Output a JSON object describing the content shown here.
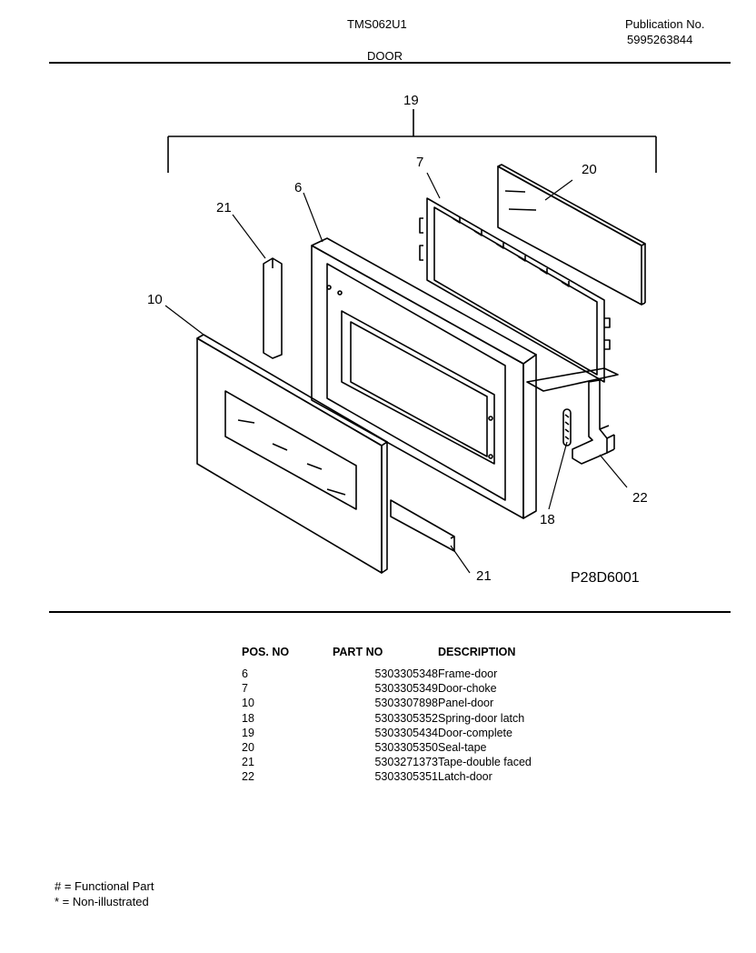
{
  "header": {
    "model": "TMS062U1",
    "section": "DOOR",
    "publication_label": "Publication No.",
    "publication_number": "5995263844"
  },
  "diagram": {
    "drawing_id": "P28D6001",
    "callouts": {
      "c19": "19",
      "c7": "7",
      "c20": "20",
      "c6": "6",
      "c21a": "21",
      "c10": "10",
      "c18": "18",
      "c22": "22",
      "c21b": "21"
    }
  },
  "parts_table": {
    "headers": {
      "pos": "POS. NO",
      "part": "PART NO",
      "desc": "DESCRIPTION"
    },
    "rows": [
      {
        "pos": "6",
        "part": "5303305348",
        "desc": "Frame-door"
      },
      {
        "pos": "7",
        "part": "5303305349",
        "desc": "Door-choke"
      },
      {
        "pos": "10",
        "part": "5303307898",
        "desc": "Panel-door"
      },
      {
        "pos": "18",
        "part": "5303305352",
        "desc": "Spring-door latch"
      },
      {
        "pos": "19",
        "part": "5303305434",
        "desc": "Door-complete"
      },
      {
        "pos": "20",
        "part": "5303305350",
        "desc": "Seal-tape"
      },
      {
        "pos": "21",
        "part": "5303271373",
        "desc": "Tape-double faced"
      },
      {
        "pos": "22",
        "part": "5303305351",
        "desc": "Latch-door"
      }
    ]
  },
  "legend": {
    "functional": "# = Functional Part",
    "non_illustrated": "* = Non-illustrated"
  }
}
